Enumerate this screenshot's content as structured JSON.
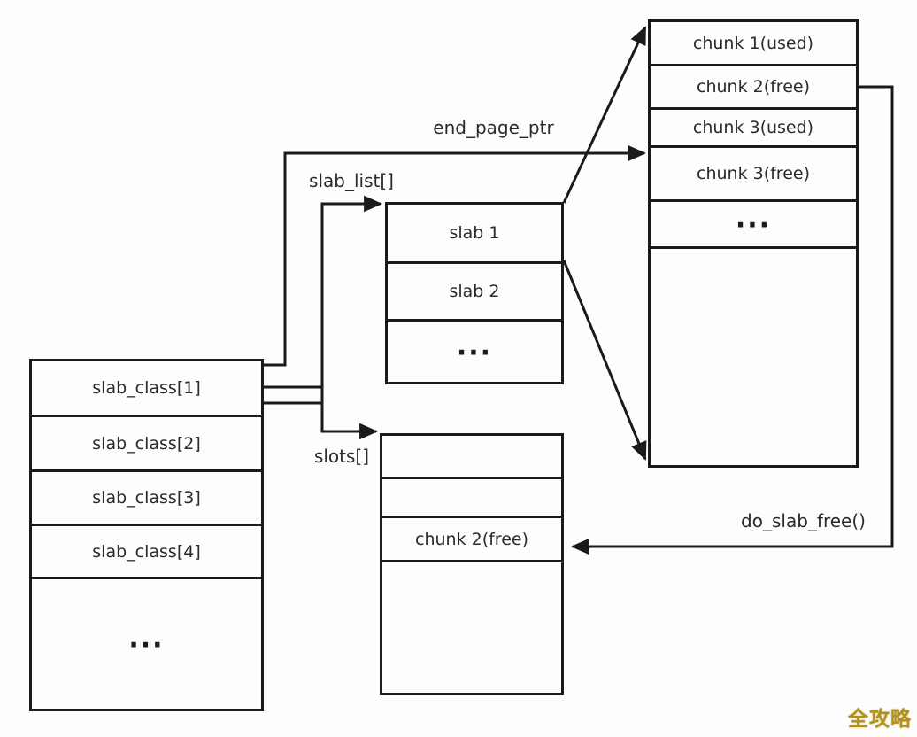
{
  "labels": {
    "end_page_ptr": "end_page_ptr",
    "slab_list": "slab_list[]",
    "slots": "slots[]",
    "do_slab_free": "do_slab_free()"
  },
  "boxes": {
    "slab_class": {
      "rows": [
        "slab_class[1]",
        "slab_class[2]",
        "slab_class[3]",
        "slab_class[4]",
        "..."
      ]
    },
    "slab_list": {
      "rows": [
        "slab 1",
        "slab 2",
        "..."
      ]
    },
    "slots": {
      "rows": [
        "",
        "",
        "chunk 2(free)",
        ""
      ]
    },
    "chunks": {
      "rows": [
        "chunk 1(used)",
        "chunk 2(free)",
        "chunk 3(used)",
        "chunk 3(free)",
        "...",
        ""
      ]
    }
  },
  "watermark": "全攻略",
  "colors": {
    "line": "#1a1a1a",
    "text": "#2a2a2a",
    "watermark_gold": "#b1901f",
    "background": "#fdfdfd"
  }
}
